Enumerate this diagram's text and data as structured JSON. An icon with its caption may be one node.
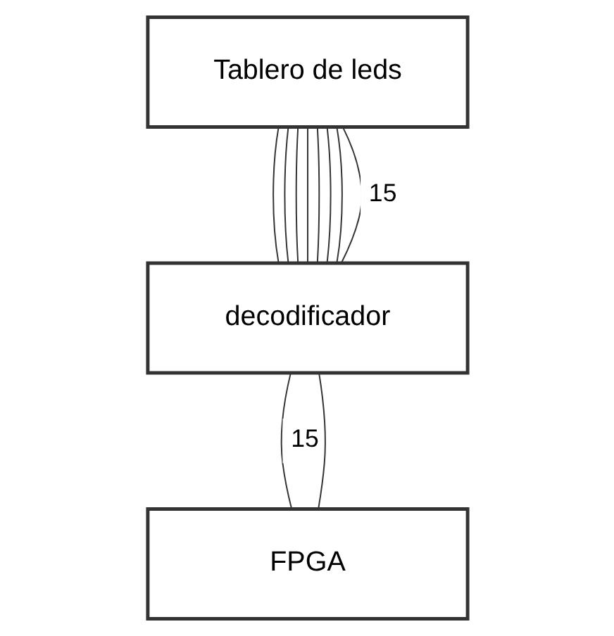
{
  "diagram": {
    "nodes": [
      {
        "text": [
          "Tablero de leds"
        ]
      },
      {
        "text": [
          "decodificador"
        ]
      },
      {
        "text": [
          "FPGA"
        ]
      }
    ],
    "edges": [
      {
        "from": 1,
        "to": 0,
        "arrow": "none"
      },
      {
        "from": 1,
        "to": 0,
        "arrow": "none"
      },
      {
        "from": 1,
        "to": 0,
        "arrow": "none"
      },
      {
        "from": 1,
        "to": 0,
        "arrow": "none"
      },
      {
        "from": 1,
        "to": 0,
        "arrow": "none"
      },
      {
        "from": 1,
        "to": 0,
        "arrow": "none"
      },
      {
        "from": 1,
        "to": 0,
        "arrow": "none"
      },
      {
        "from": 1,
        "to": 0,
        "arrow": "none",
        "label": "15"
      },
      {
        "from": 2,
        "to": 1,
        "arrow": "none",
        "label": "15"
      },
      {
        "from": 2,
        "to": 1,
        "arrow": "none"
      }
    ]
  }
}
